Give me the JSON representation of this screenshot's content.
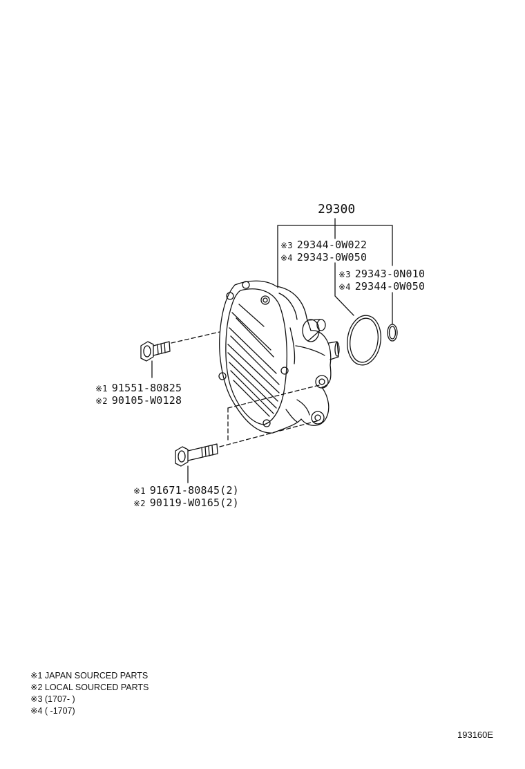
{
  "main_part": "29300",
  "callouts": {
    "ring_large": [
      {
        "mark": "※3",
        "part": "29344-0W022"
      },
      {
        "mark": "※4",
        "part": "29343-0W050"
      }
    ],
    "ring_small": [
      {
        "mark": "※3",
        "part": "29343-0N010"
      },
      {
        "mark": "※4",
        "part": "29344-0W050"
      }
    ],
    "bolt_short": [
      {
        "mark": "※1",
        "part": "91551-80825"
      },
      {
        "mark": "※2",
        "part": "90105-W0128"
      }
    ],
    "bolt_long": [
      {
        "mark": "※1",
        "part": "91671-80845(2)"
      },
      {
        "mark": "※2",
        "part": "90119-W0165(2)"
      }
    ]
  },
  "notes": [
    "※1 JAPAN SOURCED PARTS",
    "※2 LOCAL SOURCED PARTS",
    "※3 (1707-      )",
    "※4 (      -1707)"
  ],
  "figure_id": "193160E"
}
